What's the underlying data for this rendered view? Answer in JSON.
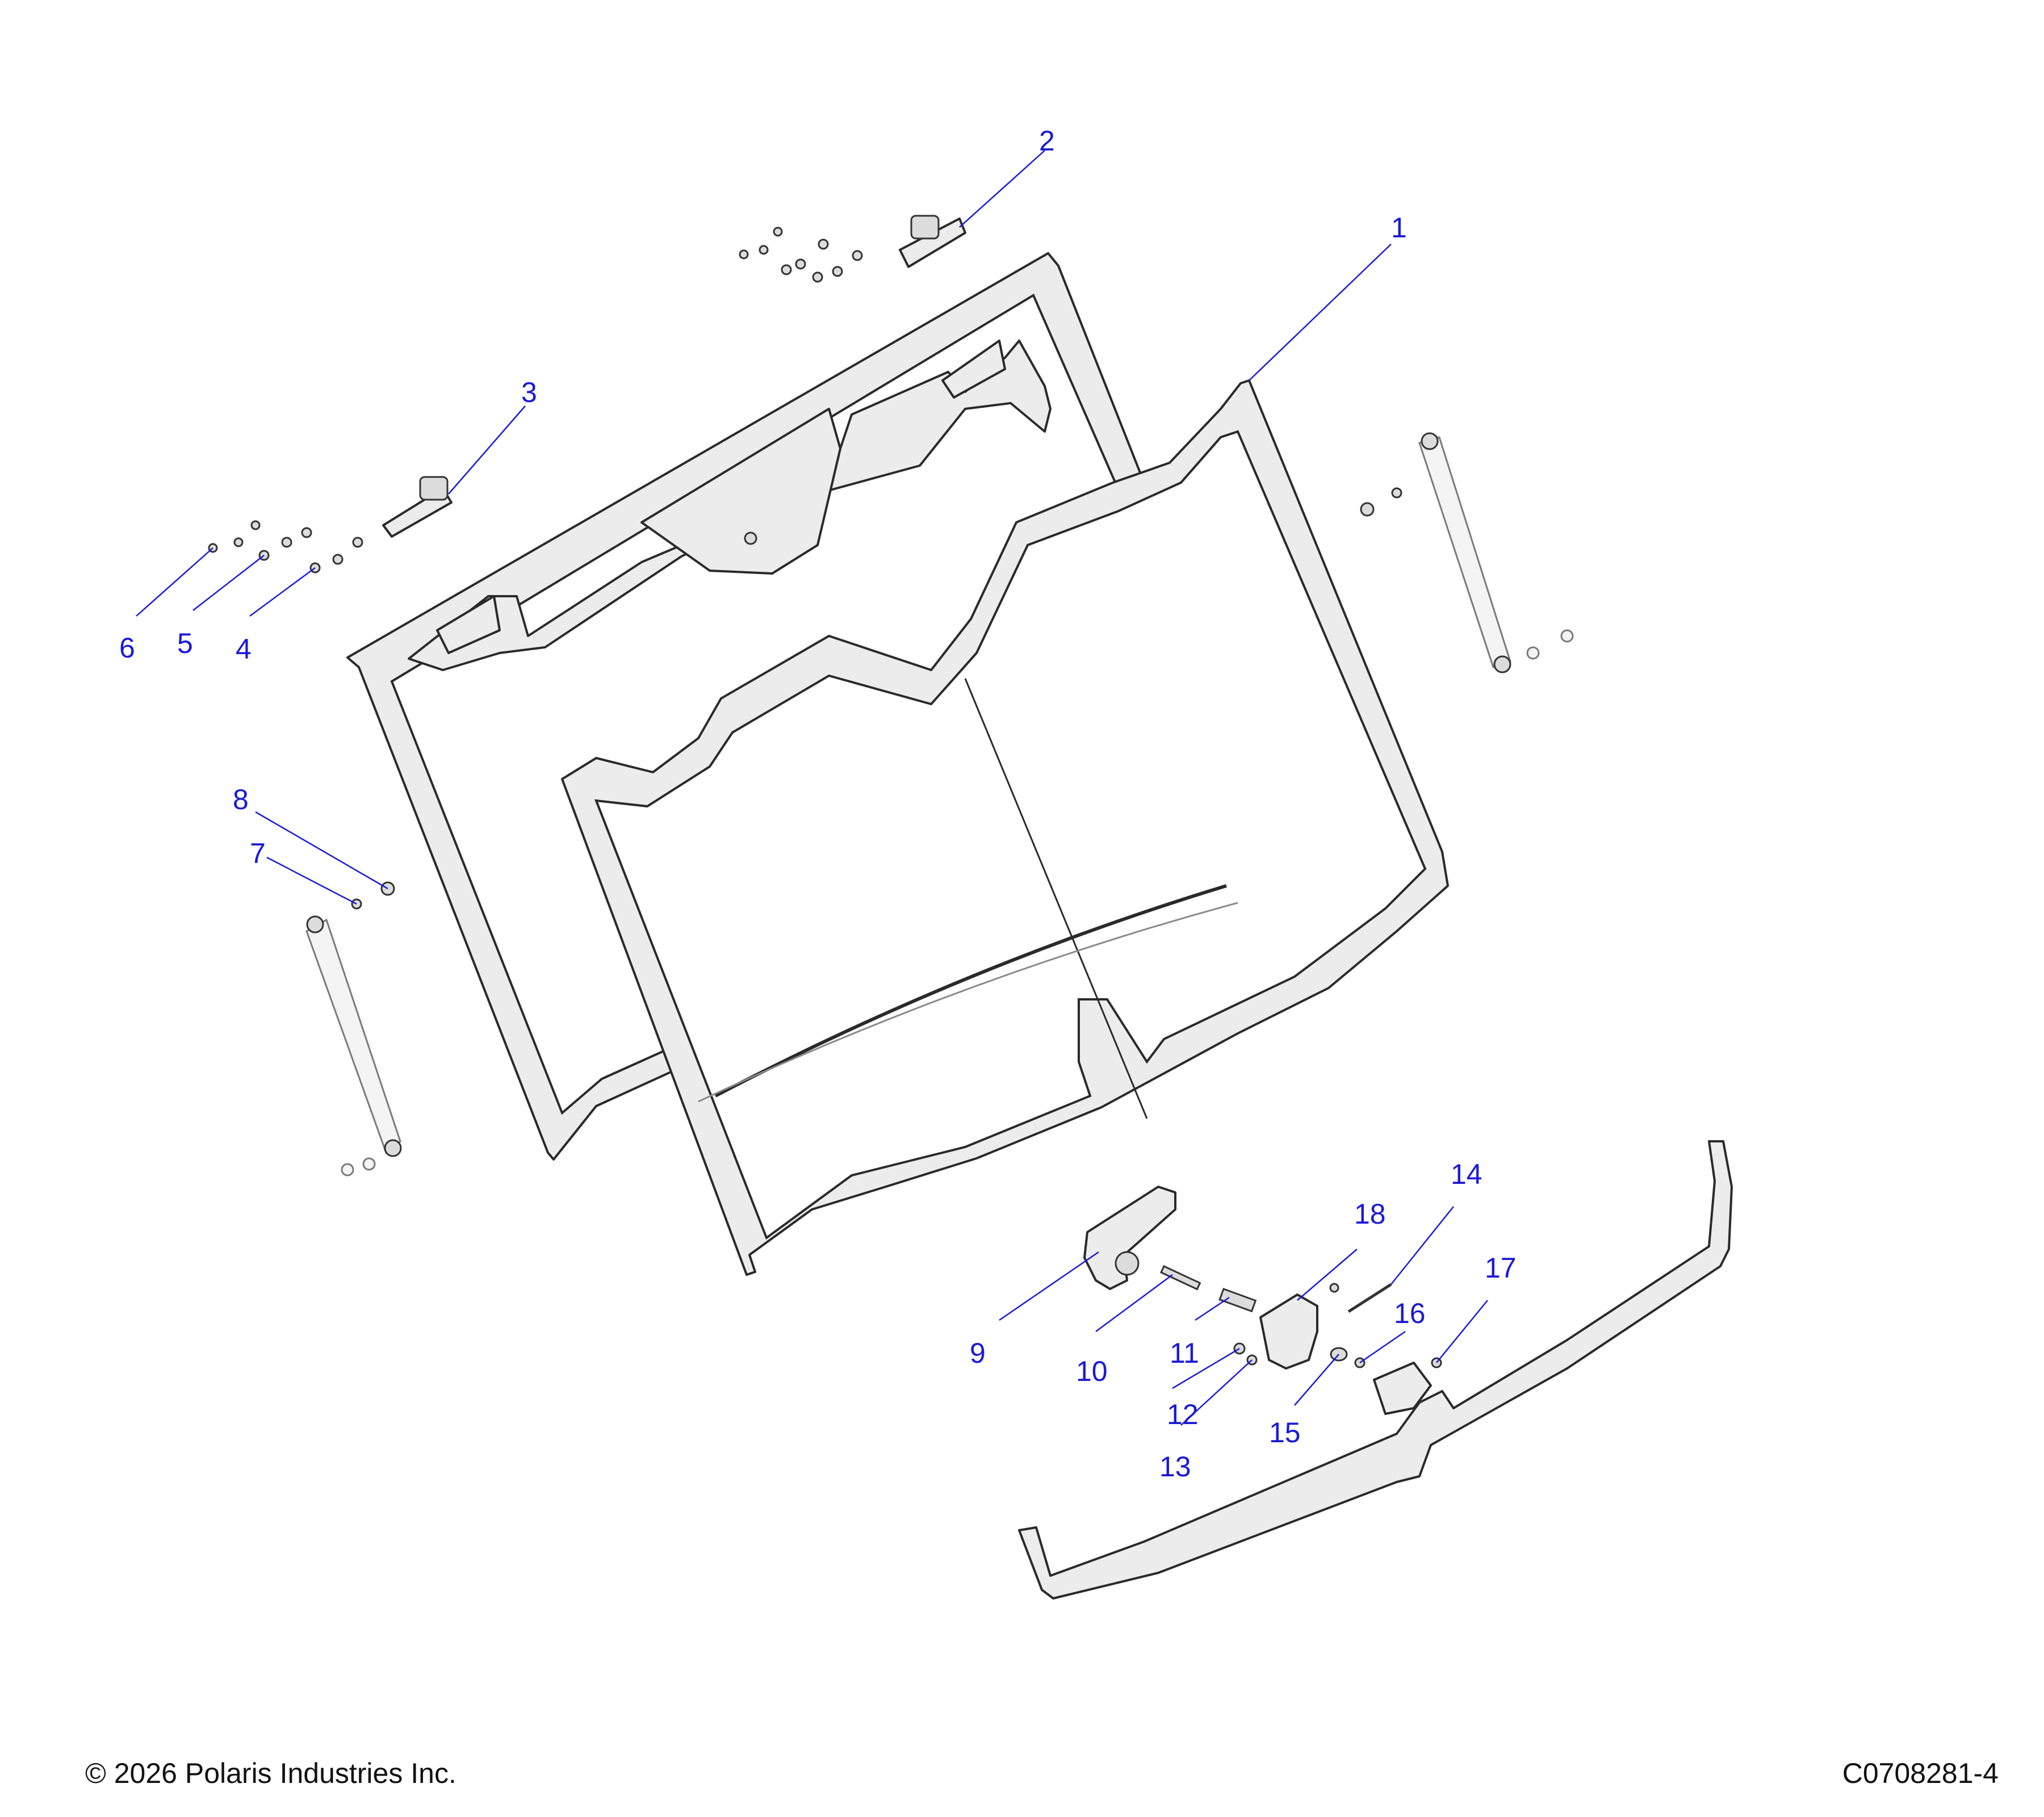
{
  "diagram": {
    "callouts": [
      {
        "id": "1",
        "label": "1"
      },
      {
        "id": "2",
        "label": "2"
      },
      {
        "id": "3",
        "label": "3"
      },
      {
        "id": "4",
        "label": "4"
      },
      {
        "id": "5",
        "label": "5"
      },
      {
        "id": "6",
        "label": "6"
      },
      {
        "id": "7",
        "label": "7"
      },
      {
        "id": "8",
        "label": "8"
      },
      {
        "id": "9",
        "label": "9"
      },
      {
        "id": "10",
        "label": "10"
      },
      {
        "id": "11",
        "label": "11"
      },
      {
        "id": "12",
        "label": "12"
      },
      {
        "id": "13",
        "label": "13"
      },
      {
        "id": "14",
        "label": "14"
      },
      {
        "id": "15",
        "label": "15"
      },
      {
        "id": "16",
        "label": "16"
      },
      {
        "id": "17",
        "label": "17"
      },
      {
        "id": "18",
        "label": "18"
      }
    ],
    "colors": {
      "callout": "#1a1ad6",
      "line": "#2a2a2a",
      "part_fill": "#ececec"
    }
  },
  "footer": {
    "copyright": "© 2026 Polaris Industries Inc.",
    "figure_id": "C0708281-4"
  }
}
